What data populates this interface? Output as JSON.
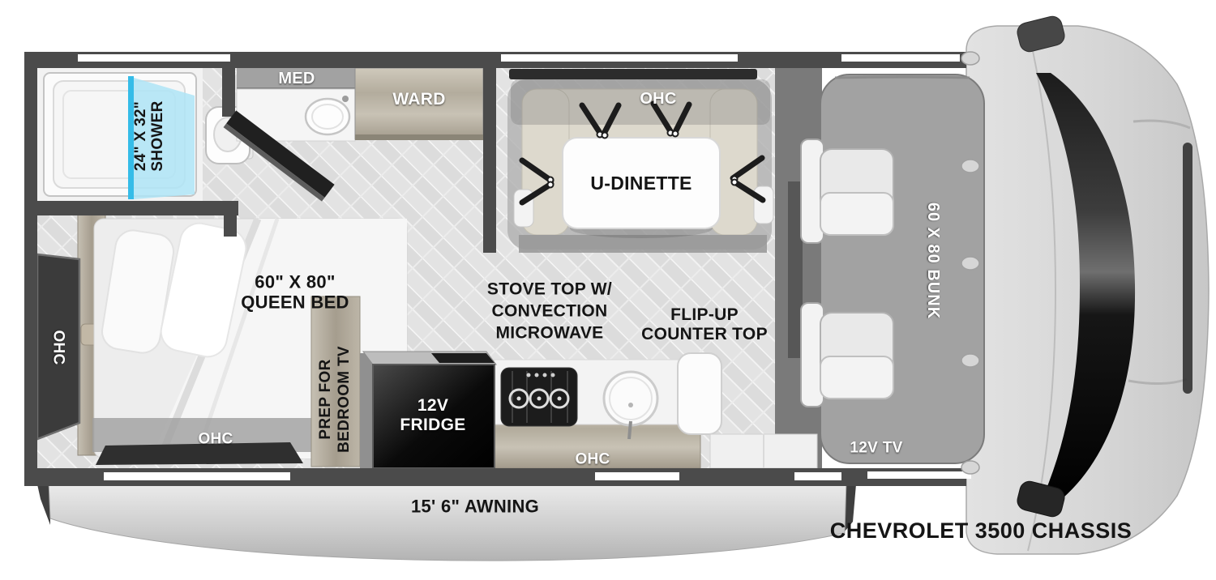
{
  "bathroom": {
    "shower_size": "24\" X 32\"",
    "shower_name": "SHOWER",
    "med": "MED",
    "ward": "WARD"
  },
  "dinette": {
    "ohc": "OHC",
    "table": "U-DINETTE"
  },
  "bedroom": {
    "bed_size": "60\" X 80\"",
    "bed_name": "QUEEN BED",
    "ohc_side": "OHC",
    "ohc_rear": "OHC",
    "tv_prep_line1": "PREP FOR",
    "tv_prep_line2": "BEDROOM TV"
  },
  "kitchen": {
    "fridge_line1": "12V",
    "fridge_line2": "FRIDGE",
    "stove_line1": "STOVE TOP W/",
    "stove_line2": "CONVECTION",
    "stove_line3": "MICROWAVE",
    "flip_line1": "FLIP-UP",
    "flip_line2": "COUNTER TOP",
    "ohc": "OHC"
  },
  "cab": {
    "bunk": "60 X 80 BUNK",
    "tv": "12V TV"
  },
  "exterior": {
    "awning": "15' 6\" AWNING",
    "chassis": "CHEVROLET 3500 CHASSIS"
  },
  "colors": {
    "shower_glass": "#aee4f6",
    "shower_glass_edge": "#35bce8",
    "wall": "#4b4b4b"
  }
}
